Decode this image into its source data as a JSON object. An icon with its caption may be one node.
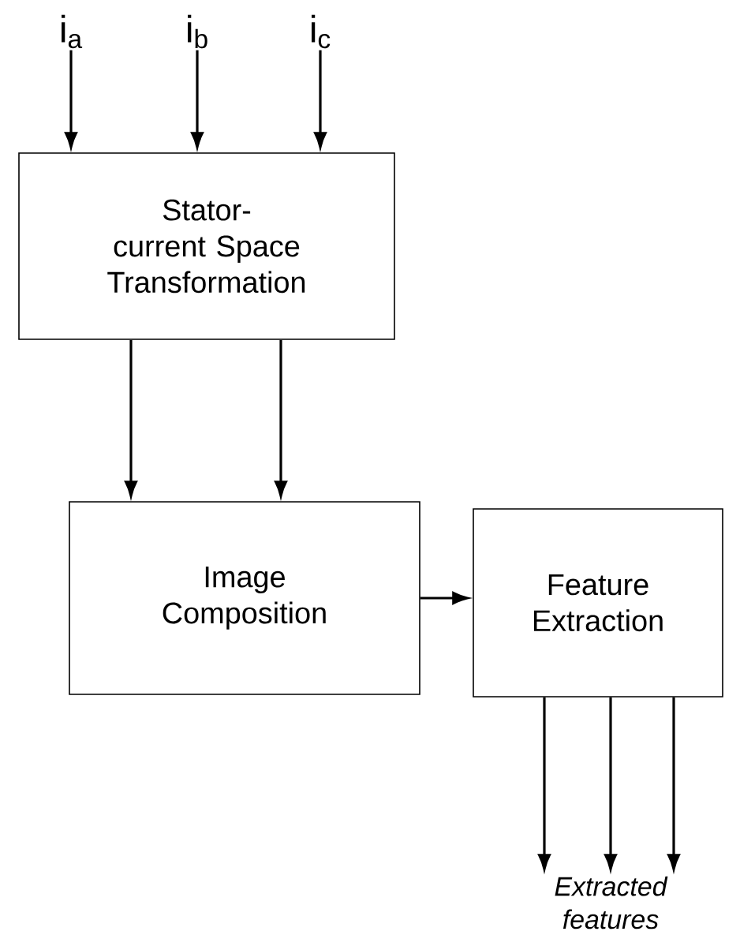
{
  "diagram": {
    "nodes": [
      {
        "text": [
          "i$_{a}$"
        ]
      },
      {
        "text": [
          "i$_{b}$"
        ]
      },
      {
        "text": [
          "i$_{c}$"
        ]
      },
      {
        "text": [
          "Stator-current Space Transformation"
        ]
      },
      {
        "text": [
          "Image Composition"
        ]
      },
      {
        "text": [
          "Feature Extraction"
        ]
      },
      {
        "text": [
          "Extracted features"
        ]
      }
    ],
    "edges": [
      {
        "from": 0,
        "to": 3,
        "arrow": "to"
      },
      {
        "from": 1,
        "to": 3,
        "arrow": "to"
      },
      {
        "from": 2,
        "to": 3,
        "arrow": "to"
      },
      {
        "from": 3,
        "to": 4,
        "arrow": "to"
      },
      {
        "from": 3,
        "to": 4,
        "arrow": "to"
      },
      {
        "from": 4,
        "to": 5,
        "arrow": "to"
      },
      {
        "from": 5,
        "to": 6,
        "arrow": "to"
      },
      {
        "from": 5,
        "to": 6,
        "arrow": "to"
      },
      {
        "from": 5,
        "to": 6,
        "arrow": "to"
      }
    ]
  }
}
